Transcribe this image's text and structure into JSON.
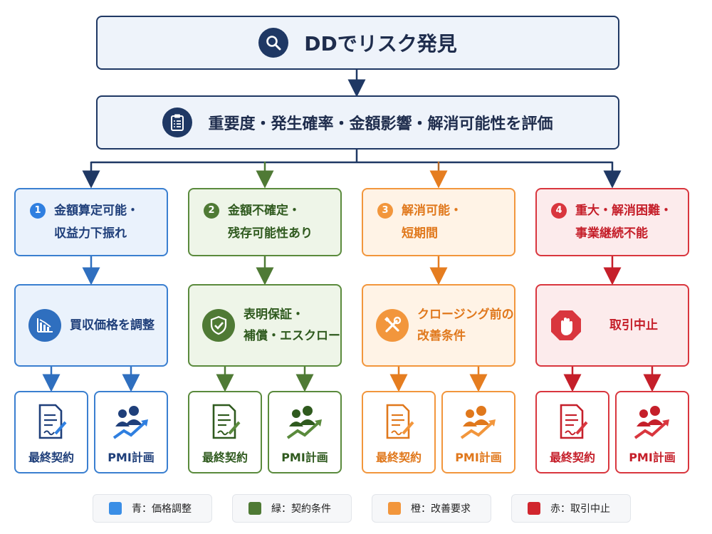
{
  "header": {
    "title": "DDでリスク発見",
    "icon": "search-icon"
  },
  "evaluation": {
    "title": "重要度・発生確率・金額影響・解消可能性を評価",
    "icon": "clipboard-icon"
  },
  "branches": [
    {
      "color": "#3a7fd0",
      "number": "1",
      "condition": [
        "金額算定可能・",
        "収益力下振れ"
      ],
      "action": [
        "買収価格を調整"
      ],
      "action_icon": "chart-decline-icon",
      "outcomes": [
        "最終契約",
        "PMI計画"
      ]
    },
    {
      "color": "#5a8a3c",
      "number": "2",
      "condition": [
        "金額不確定・",
        "残存可能性あり"
      ],
      "action": [
        "表明保証・",
        "補償・エスクロー"
      ],
      "action_icon": "shield-check-icon",
      "outcomes": [
        "最終契約",
        "PMI計画"
      ]
    },
    {
      "color": "#f2963c",
      "number": "3",
      "condition": [
        "解消可能・",
        "短期間"
      ],
      "action": [
        "クロージング前の",
        "改善条件"
      ],
      "action_icon": "tools-icon",
      "outcomes": [
        "最終契約",
        "PMI計画"
      ]
    },
    {
      "color": "#d9363e",
      "number": "4",
      "condition": [
        "重大・解消困難・",
        "事業継続不能"
      ],
      "action": [
        "取引中止"
      ],
      "action_icon": "stop-hand-icon",
      "outcomes": [
        "最終契約",
        "PMI計画"
      ]
    }
  ],
  "legend": [
    {
      "color": "#3a8ee6",
      "label": "青：価格調整"
    },
    {
      "color": "#4f7a35",
      "label": "緑：契約条件"
    },
    {
      "color": "#f2963c",
      "label": "橙：改善要求"
    },
    {
      "color": "#d1262e",
      "label": "赤：取引中止"
    }
  ]
}
